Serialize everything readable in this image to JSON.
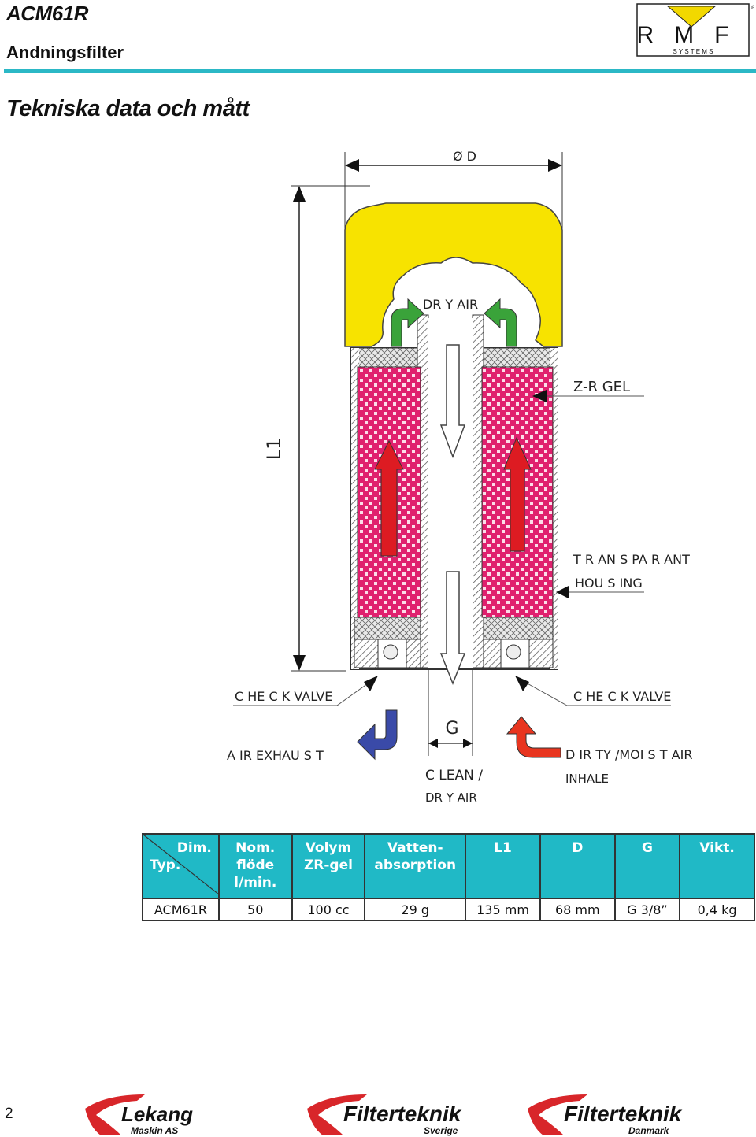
{
  "header": {
    "model": "ACM61R",
    "subtitle": "Andningsfilter",
    "logo_letters": "RMF",
    "logo_sub": "S Y S T E M S"
  },
  "section_title": "Tekniska data och mått",
  "diagram": {
    "dim_diameter": "Ø D",
    "dim_length": "L1",
    "dim_thread": "G",
    "labels": {
      "dry_air_top": "DR Y AIR",
      "zr_gel": "Z-R  GEL",
      "transparent_1": "T R AN S PA R ANT",
      "transparent_2": "HOU S ING",
      "check_valve_left": "C HE C K VALVE",
      "check_valve_right": "C HE C K VALVE",
      "air_exhaust": "A IR EXHAU S T",
      "clean_1": "C LEAN /",
      "clean_2": "DR Y AIR",
      "dirty_1": "D IR TY /MOI S T AIR",
      "dirty_2": "INHALE"
    },
    "colors": {
      "cap": "#f7e300",
      "gel": "#e0206e",
      "arrow_up": "#dd1b22",
      "arrow_green": "#3aa33a",
      "arrow_blue": "#3a4aa8",
      "arrow_red_out": "#e8351f"
    }
  },
  "table": {
    "corner_top": "Dim.",
    "corner_bottom": "Typ.",
    "headers": [
      "Nom.\nflöde\nl/min.",
      "Volym\nZR-gel",
      "Vatten-\nabsorption",
      "L1",
      "D",
      "G",
      "Vikt."
    ],
    "rows": [
      {
        "typ": "ACM61R",
        "cells": [
          "50",
          "100 cc",
          "29 g",
          "135 mm",
          "68 mm",
          "G 3/8”",
          "0,4 kg"
        ]
      }
    ],
    "header_color": "#20b9c6"
  },
  "footer": {
    "page_number": "2",
    "logos": [
      {
        "name": "Lekang",
        "sub": "Maskin AS"
      },
      {
        "name": "Filterteknik",
        "sub": "Sverige"
      },
      {
        "name": "Filterteknik",
        "sub": "Danmark"
      }
    ]
  }
}
